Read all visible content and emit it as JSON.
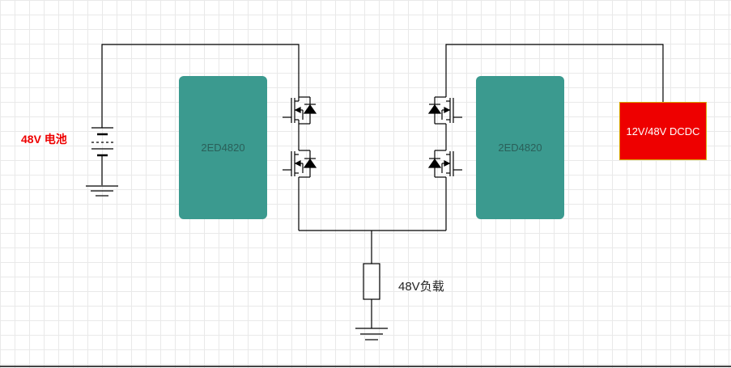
{
  "diagram": {
    "battery_label": "48V 电池",
    "left_driver_label": "2ED4820",
    "right_driver_label": "2ED4820",
    "dcdc_label": "12V/48V DCDC",
    "load_label": "48V负载"
  },
  "colors": {
    "wire": "#000000",
    "driver_fill": "#3b9a8f",
    "dcdc_fill": "#ee0000",
    "battery_label": "#ee0000"
  }
}
